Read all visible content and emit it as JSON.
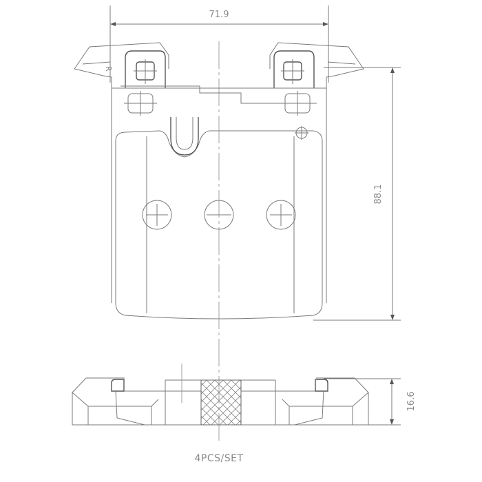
{
  "drawing": {
    "width_dimension": "71.9",
    "height_dimension": "88.1",
    "thickness_dimension": "16.6",
    "quantity_note": "4PCS/SET",
    "line_color": "#7a7a7a"
  }
}
